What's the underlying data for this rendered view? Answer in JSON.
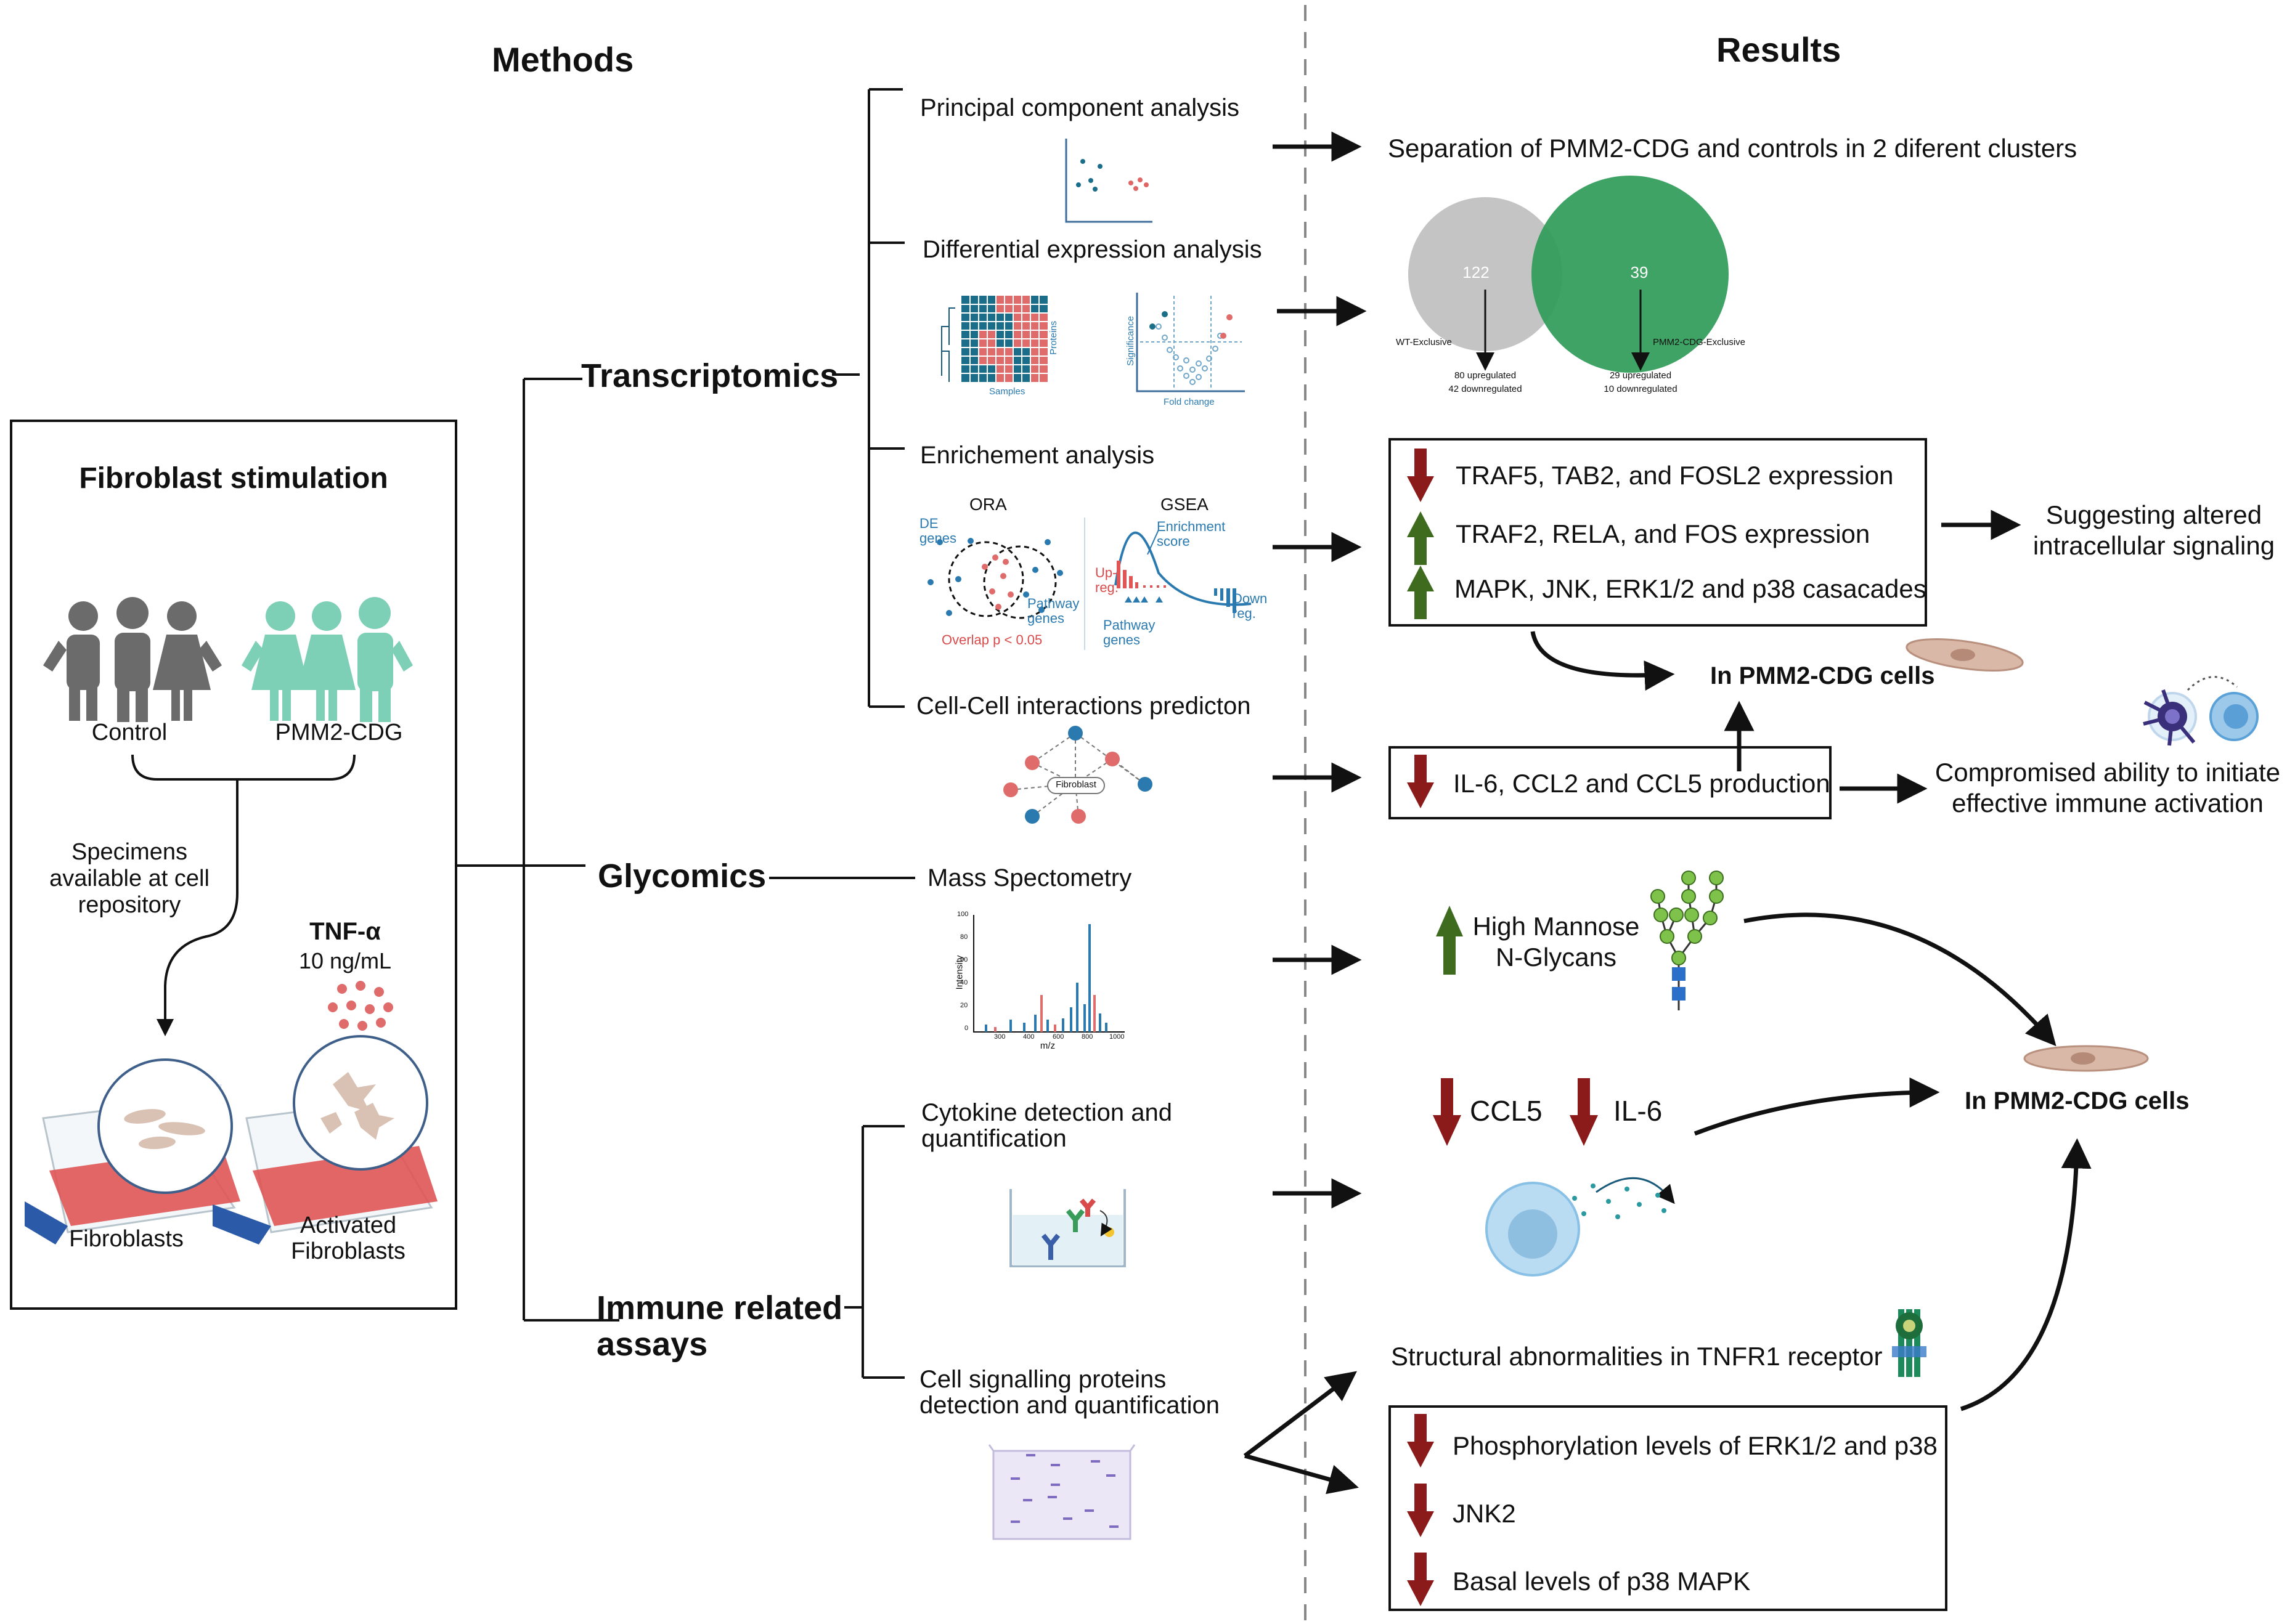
{
  "headers": {
    "methods": "Methods",
    "results": "Results"
  },
  "left_panel": {
    "title": "Fibroblast stimulation",
    "control": "Control",
    "pmm2": "PMM2-CDG",
    "specimens": [
      "Specimens",
      "available at cell",
      "repository"
    ],
    "tnf_title": "TNF-α",
    "tnf_dose": "10 ng/mL",
    "fibroblasts": "Fibroblasts",
    "activated": [
      "Activated",
      "Fibroblasts"
    ]
  },
  "sections": {
    "transcriptomics": "Transcriptomics",
    "glycomics": "Glycomics",
    "immune": [
      "Immune related",
      "assays"
    ]
  },
  "methods": {
    "pca": "Principal component analysis",
    "dea": "Differential expression analysis",
    "enrich": "Enrichement analysis",
    "ccip": "Cell-Cell interactions predicton",
    "ms": "Mass Spectometry",
    "cyto": [
      "Cytokine detection and",
      "quantification"
    ],
    "signal": [
      "Cell signalling proteins",
      "detection and quantification"
    ]
  },
  "icons": {
    "heatmap_x": "Samples",
    "heatmap_y": "Proteins",
    "volcano_x": "Fold change",
    "volcano_y": "Significance",
    "ora_title": "ORA",
    "ora_de": [
      "DE",
      "genes"
    ],
    "ora_pathway": [
      "Pathway",
      "genes"
    ],
    "ora_overlap": "Overlap p < 0.05",
    "gsea_title": "GSEA",
    "gsea_es": [
      "Enrichment",
      "score"
    ],
    "gsea_up": [
      "Up-",
      "reg."
    ],
    "gsea_down": [
      "Down",
      "reg."
    ],
    "gsea_pathway": [
      "Pathway",
      "genes"
    ],
    "fibro_node": "Fibroblast",
    "ms_y": "Intensity",
    "ms_x": "m/z",
    "ms_xticks": [
      "300",
      "400",
      "600",
      "800",
      "1000"
    ],
    "ms_yticks": [
      "100",
      "80",
      "60",
      "40",
      "20",
      "0"
    ]
  },
  "results": {
    "pca": "Separation of PMM2-CDG and controls in 2 diferent clusters",
    "venn": {
      "left_count": "122",
      "right_count": "39",
      "left_label": "WT-Exclusive",
      "right_label": "PMM2-CDG-Exclusive",
      "left_up": "80 upregulated",
      "left_down": "42 downregulated",
      "right_up": "29 upregulated",
      "right_down": "10 downregulated"
    },
    "enrich_box": [
      "TRAF5, TAB2, and FOSL2 expression",
      "TRAF2, RELA, and FOS expression",
      "MAPK, JNK, ERK1/2 and p38 casacades"
    ],
    "suggesting": [
      "Suggesting altered",
      "intracellular signaling"
    ],
    "in_cells_1": "In PMM2-CDG cells",
    "il6_box": "IL-6, CCL2 and CCL5 production",
    "compromised": [
      "Compromised ability to initiate",
      "effective immune activation"
    ],
    "high_mannose": [
      "High Mannose",
      "N-Glycans"
    ],
    "ccl5": "CCL5",
    "il6": "IL-6",
    "in_cells_2": "In PMM2-CDG cells",
    "tnfr1": "Structural abnormalities in TNFR1 receptor",
    "signal_box": [
      "Phosphorylation levels of ERK1/2 and p38",
      "JNK2",
      "Basal levels of p38 MAPK"
    ]
  },
  "colors": {
    "down_arrow": "#8b1a1a",
    "up_arrow": "#3f6b1f",
    "venn_grey": "#c4c4c4",
    "venn_green": "#2e9b57",
    "teal": "#7dcfb6",
    "grey_person": "#6b6b6b"
  }
}
